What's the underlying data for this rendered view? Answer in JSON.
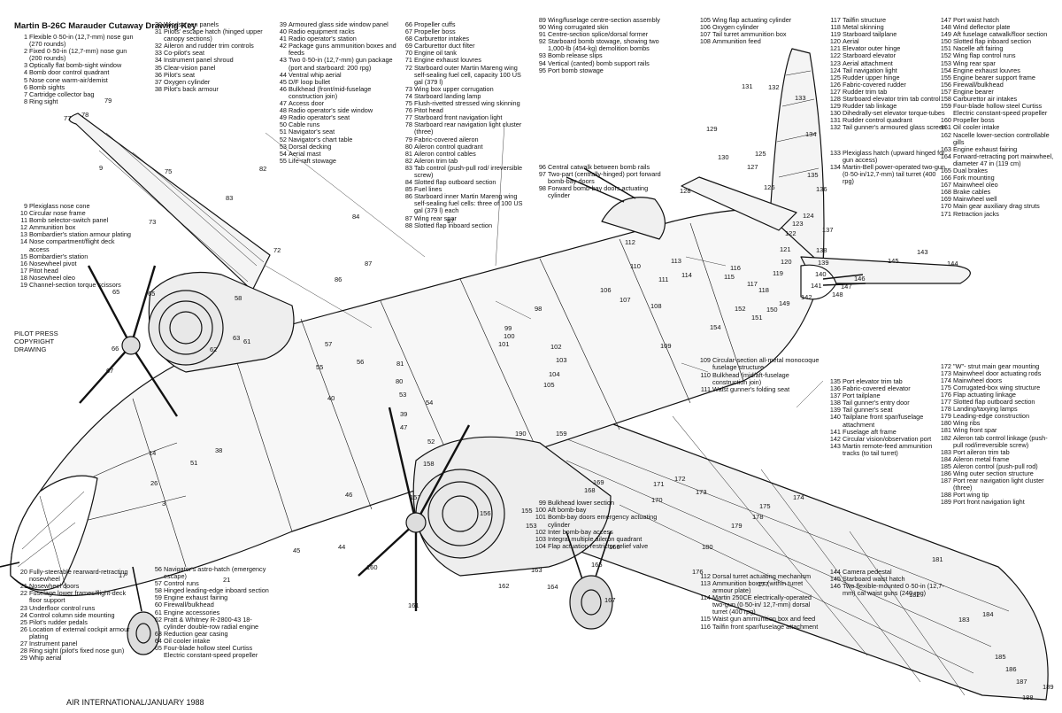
{
  "title": "Martin B-26C Marauder Cutaway Drawing Key",
  "copyright_stamp": "PILOT PRESS\nCOPYRIGHT\nDRAWING",
  "footer": "AIR INTERNATIONAL/JANUARY 1988",
  "art_callouts": [
    "78",
    "79",
    "77",
    "75",
    "82",
    "83",
    "9",
    "84",
    "73",
    "72",
    "87",
    "86",
    "65",
    "65",
    "62",
    "63",
    "61",
    "57",
    "55",
    "66",
    "56",
    "58",
    "67",
    "81",
    "80",
    "40",
    "52",
    "38",
    "47",
    "51",
    "26",
    "3",
    "14",
    "39",
    "53",
    "54",
    "46",
    "44",
    "45",
    "21",
    "17",
    "160",
    "161",
    "162",
    "163",
    "164",
    "165",
    "166",
    "167",
    "168",
    "169",
    "170",
    "171",
    "172",
    "173",
    "174",
    "175",
    "176",
    "177",
    "178",
    "179",
    "180",
    "181",
    "182",
    "183",
    "184",
    "185",
    "186",
    "187",
    "188",
    "189",
    "190",
    "153",
    "155",
    "156",
    "157",
    "158",
    "159",
    "97",
    "98",
    "99",
    "100",
    "101",
    "102",
    "103",
    "104",
    "105",
    "106",
    "107",
    "108",
    "109",
    "110",
    "111",
    "112",
    "113",
    "114",
    "115",
    "116",
    "117",
    "118",
    "119",
    "120",
    "121",
    "122",
    "123",
    "124",
    "125",
    "126",
    "127",
    "128",
    "129",
    "130",
    "131",
    "132",
    "133",
    "134",
    "135",
    "136",
    "137",
    "138",
    "139",
    "140",
    "141",
    "142",
    "143",
    "144",
    "145",
    "146",
    "147",
    "148",
    "149",
    "150",
    "151",
    "152",
    "154"
  ],
  "key_columns": [
    [
      {
        "n": "1",
        "t": "Flexible 0·50-in (12,7-mm) nose gun (270 rounds)"
      },
      {
        "n": "2",
        "t": "Fixed 0·50-in (12,7-mm) nose gun (200 rounds)"
      },
      {
        "n": "3",
        "t": "Optically flat bomb-sight window"
      },
      {
        "n": "4",
        "t": "Bomb door control quadrant"
      },
      {
        "n": "5",
        "t": "Nose cone warm-air/demist"
      },
      {
        "n": "6",
        "t": "Bomb sights"
      },
      {
        "n": "7",
        "t": "Cartridge collector bag"
      },
      {
        "n": "8",
        "t": "Ring sight"
      },
      {
        "gap": 110
      },
      {
        "n": "9",
        "t": "Plexiglass nose cone"
      },
      {
        "n": "10",
        "t": "Circular nose frame"
      },
      {
        "n": "11",
        "t": "Bomb selector-switch panel"
      },
      {
        "n": "12",
        "t": "Ammunition box"
      },
      {
        "n": "13",
        "t": "Bombardier's station armour plating"
      },
      {
        "n": "14",
        "t": "Nose compartment/flight deck access"
      },
      {
        "n": "15",
        "t": "Bombardier's station"
      },
      {
        "n": "16",
        "t": "Nosewheel pivot"
      },
      {
        "n": "17",
        "t": "Pitot head"
      },
      {
        "n": "18",
        "t": "Nosewheel oleo"
      },
      {
        "n": "19",
        "t": "Channel-section torque scissors"
      },
      {
        "gap": 316
      },
      {
        "n": "20",
        "t": "Fully-steerable rearward-retracting nosewheel"
      },
      {
        "n": "21",
        "t": "Nosewheel doors"
      },
      {
        "n": "22",
        "t": "Fuselage lower frames/flight-deck floor support"
      },
      {
        "n": "23",
        "t": "Underfloor control runs"
      },
      {
        "n": "24",
        "t": "Control column side mounting"
      },
      {
        "n": "25",
        "t": "Pilot's rudder pedals"
      },
      {
        "n": "26",
        "t": "Location of external cockpit armour plating"
      },
      {
        "n": "27",
        "t": "Instrument panel"
      },
      {
        "n": "28",
        "t": "Ring sight (pilot's fixed nose gun)"
      },
      {
        "n": "29",
        "t": "Whip aerial"
      }
    ],
    [
      {
        "n": "30",
        "t": "Windscreen panels"
      },
      {
        "n": "31",
        "t": "Pilots' escape hatch (hinged upper canopy sections)"
      },
      {
        "n": "32",
        "t": "Aileron and rudder trim controls"
      },
      {
        "n": "33",
        "t": "Co-pilot's seat"
      },
      {
        "n": "34",
        "t": "Instrument panel shroud"
      },
      {
        "n": "35",
        "t": "Clear-vision panel"
      },
      {
        "n": "36",
        "t": "Pilot's seat"
      },
      {
        "n": "37",
        "t": "Oxygen cylinder"
      },
      {
        "n": "38",
        "t": "Pilot's back armour"
      },
      {
        "gap": 534
      },
      {
        "n": "56",
        "t": "Navigator's astro-hatch (emergency escape)"
      },
      {
        "n": "57",
        "t": "Control runs"
      },
      {
        "n": "58",
        "t": "Hinged leading-edge inboard section"
      },
      {
        "n": "59",
        "t": "Engine exhaust fairing"
      },
      {
        "n": "60",
        "t": "Firewall/bulkhead"
      },
      {
        "n": "61",
        "t": "Engine accessories"
      },
      {
        "n": "62",
        "t": "Pratt & Whitney R-2800-43 18-cylinder double-row radial engine"
      },
      {
        "n": "63",
        "t": "Reduction gear casing"
      },
      {
        "n": "64",
        "t": "Oil cooler intake"
      },
      {
        "n": "65",
        "t": "Four-blade hollow steel Curtiss Electric constant-speed propeller"
      }
    ],
    [
      {
        "n": "39",
        "t": "Armoured glass side window panel"
      },
      {
        "n": "40",
        "t": "Radio equipment racks"
      },
      {
        "n": "41",
        "t": "Radio operator's station"
      },
      {
        "n": "42",
        "t": "Package guns ammunition boxes and feeds"
      },
      {
        "n": "43",
        "t": "Two 0·50-in (12,7-mm) gun package (port and starboard: 200 rpg)"
      },
      {
        "n": "44",
        "t": "Ventral whip aerial"
      },
      {
        "n": "45",
        "t": "D/F loop bullet"
      },
      {
        "n": "46",
        "t": "Bulkhead (front/mid-fuselage construction join)"
      },
      {
        "n": "47",
        "t": "Access door"
      },
      {
        "n": "48",
        "t": "Radio operator's side window"
      },
      {
        "n": "49",
        "t": "Radio operator's seat"
      },
      {
        "n": "50",
        "t": "Cable runs"
      },
      {
        "n": "51",
        "t": "Navigator's seat"
      },
      {
        "n": "52",
        "t": "Navigator's chart table"
      },
      {
        "n": "53",
        "t": "Dorsal decking"
      },
      {
        "n": "54",
        "t": "Aerial mast"
      },
      {
        "n": "55",
        "t": "Life-raft stowage"
      }
    ],
    [
      {
        "n": "66",
        "t": "Propeller cuffs"
      },
      {
        "n": "67",
        "t": "Propeller boss"
      },
      {
        "n": "68",
        "t": "Carburettor intakes"
      },
      {
        "n": "69",
        "t": "Carburettor duct filter"
      },
      {
        "n": "70",
        "t": "Engine oil tank"
      },
      {
        "n": "71",
        "t": "Engine exhaust louvres"
      },
      {
        "n": "72",
        "t": "Starboard outer Martin Mareng wing self-sealing fuel cell, capacity 100 US gal (379 l)"
      },
      {
        "n": "73",
        "t": "Wing box upper corrugation"
      },
      {
        "n": "74",
        "t": "Starboard landing lamp"
      },
      {
        "n": "75",
        "t": "Flush-rivetted stressed wing skinning"
      },
      {
        "n": "76",
        "t": "Pitot head"
      },
      {
        "n": "77",
        "t": "Starboard front navigation light"
      },
      {
        "n": "78",
        "t": "Starboard rear navigation light cluster (three)"
      },
      {
        "n": "79",
        "t": "Fabric-covered aileron"
      },
      {
        "n": "80",
        "t": "Aileron control quadrant"
      },
      {
        "n": "81",
        "t": "Aileron control cables"
      },
      {
        "n": "82",
        "t": "Aileron trim tab"
      },
      {
        "n": "83",
        "t": "Tab control (push-pull rod/ irreversible screw)"
      },
      {
        "n": "84",
        "t": "Slotted flap outboard section"
      },
      {
        "n": "85",
        "t": "Fuel lines"
      },
      {
        "n": "86",
        "t": "Starboard inner Martin Mareng wing self-sealing fuel cells: three of 100 US gal (379 l) each"
      },
      {
        "n": "87",
        "t": "Wing rear spar"
      },
      {
        "n": "88",
        "t": "Slotted flap inboard section"
      }
    ],
    [
      {
        "n": "89",
        "t": "Wing/fuselage centre-section assembly"
      },
      {
        "n": "90",
        "t": "Wing corrugated skin"
      },
      {
        "n": "91",
        "t": "Centre-section splice/dorsal former"
      },
      {
        "n": "92",
        "t": "Starboard bomb stowage, showing two 1,000-lb (454-kg) demolition bombs"
      },
      {
        "n": "93",
        "t": "Bomb release slips"
      },
      {
        "n": "94",
        "t": "Vertical (canted) bomb support rails"
      },
      {
        "n": "95",
        "t": "Port bomb stowage"
      },
      {
        "gap": 101
      },
      {
        "n": "96",
        "t": "Central catwalk between bomb rails"
      },
      {
        "n": "97",
        "t": "Two-part (centrally-hinged) port forward bomb-bay doors"
      },
      {
        "n": "98",
        "t": "Forward bomb-bay doors actuating cylinder"
      },
      {
        "gap": 339
      },
      {
        "n": "99",
        "t": "Bulkhead lower section"
      },
      {
        "n": "100",
        "t": "Aft bomb-bay"
      },
      {
        "n": "101",
        "t": "Bomb-bay doors emergency actuating cylinder"
      },
      {
        "n": "102",
        "t": "Inter bomb-bay access"
      },
      {
        "n": "103",
        "t": "Integral multiple aileron quadrant"
      },
      {
        "n": "104",
        "t": "Flap actuation restrictor relief valve"
      }
    ],
    [
      {
        "n": "105",
        "t": "Wing flap actuating cylinder"
      },
      {
        "n": "106",
        "t": "Oxygen cylinder"
      },
      {
        "n": "107",
        "t": "Tail turret ammunition box"
      },
      {
        "n": "108",
        "t": "Ammunition feed"
      },
      {
        "gap": 352
      },
      {
        "n": "109",
        "t": "Circular-section all-metal monocoque fuselage structure"
      },
      {
        "n": "110",
        "t": "Bulkhead (mid/aft-fuselage construction join)"
      },
      {
        "n": "111",
        "t": "Waist gunner's folding seat"
      },
      {
        "gap": 203
      },
      {
        "n": "112",
        "t": "Dorsal turret actuating mechanism"
      },
      {
        "n": "113",
        "t": "Ammunition boxes (within turret armour plate)"
      },
      {
        "n": "114",
        "t": "Martin 250CE electrically-operated two-gun (0·50-in/ 12,7-mm) dorsal turret (400 rpg)"
      },
      {
        "n": "115",
        "t": "Waist gun ammunition box and feed"
      },
      {
        "n": "116",
        "t": "Tailfin front spar/fuselage attachment"
      }
    ],
    [
      {
        "n": "117",
        "t": "Tailfin structure"
      },
      {
        "n": "118",
        "t": "Metal skinning"
      },
      {
        "n": "119",
        "t": "Starboard tailplane"
      },
      {
        "n": "120",
        "t": "Aerial"
      },
      {
        "n": "121",
        "t": "Elevator outer hinge"
      },
      {
        "n": "122",
        "t": "Starboard elevator"
      },
      {
        "n": "123",
        "t": "Aerial attachment"
      },
      {
        "n": "124",
        "t": "Tail navigation light"
      },
      {
        "n": "125",
        "t": "Rudder upper hinge"
      },
      {
        "n": "126",
        "t": "Fabric-covered rudder"
      },
      {
        "n": "127",
        "t": "Rudder trim tab"
      },
      {
        "n": "128",
        "t": "Starboard elevator trim tab control"
      },
      {
        "n": "129",
        "t": "Rudder tab linkage"
      },
      {
        "n": "130",
        "t": "Dihedrally-set elevator torque-tubes"
      },
      {
        "n": "131",
        "t": "Rudder control quadrant"
      },
      {
        "n": "132",
        "t": "Tail gunner's armoured glass screen"
      },
      {
        "gap": 20
      },
      {
        "n": "133",
        "t": "Plexiglass hatch (upward hinged for gun access)"
      },
      {
        "n": "134",
        "t": "Martin-Bell power-operated two-gun (0·50-in/12,7-mm) tail turret (400 rpg)"
      },
      {
        "gap": 218
      },
      {
        "n": "135",
        "t": "Port elevator trim tab"
      },
      {
        "n": "136",
        "t": "Fabric-covered elevator"
      },
      {
        "n": "137",
        "t": "Port tailplane"
      },
      {
        "n": "138",
        "t": "Tail gunner's entry door"
      },
      {
        "n": "139",
        "t": "Tail gunner's seat"
      },
      {
        "n": "140",
        "t": "Tailplane front spar/fuselage attachment"
      },
      {
        "n": "141",
        "t": "Fuselage aft frame"
      },
      {
        "n": "142",
        "t": "Circular vision/observation port"
      },
      {
        "n": "143",
        "t": "Martin remote-feed ammunition tracks (to tail turret)"
      },
      {
        "gap": 126
      },
      {
        "n": "144",
        "t": "Camera pedestal"
      },
      {
        "n": "145",
        "t": "Starboard waist hatch"
      },
      {
        "n": "146",
        "t": "Two flexible-mounted 0·50-in (12,7-mm) cal waist guns (240 rpg)"
      }
    ],
    [
      {
        "n": "147",
        "t": "Port waist hatch"
      },
      {
        "n": "148",
        "t": "Wind deflector plate"
      },
      {
        "n": "149",
        "t": "Aft fuselage catwalk/floor section"
      },
      {
        "n": "150",
        "t": "Slotted flap inboard section"
      },
      {
        "n": "151",
        "t": "Nacelle aft fairing"
      },
      {
        "n": "152",
        "t": "Wing flap control runs"
      },
      {
        "n": "153",
        "t": "Wing rear spar"
      },
      {
        "n": "154",
        "t": "Engine exhaust louvres"
      },
      {
        "n": "155",
        "t": "Engine bearer support frame"
      },
      {
        "n": "156",
        "t": "Firewall/bulkhead"
      },
      {
        "n": "157",
        "t": "Engine bearer"
      },
      {
        "n": "158",
        "t": "Carburettor air intakes"
      },
      {
        "n": "159",
        "t": "Four-blade hollow steel Curtiss Electric constant-speed propeller"
      },
      {
        "n": "160",
        "t": "Propeller boss"
      },
      {
        "n": "161",
        "t": "Oil cooler intake"
      },
      {
        "n": "162",
        "t": "Nacelle lower-section controllable gills"
      },
      {
        "n": "163",
        "t": "Engine exhaust fairing"
      },
      {
        "n": "164",
        "t": "Forward-retracting port mainwheel, diameter 47 in (119 cm)"
      },
      {
        "n": "165",
        "t": "Dual brakes"
      },
      {
        "n": "166",
        "t": "Fork mounting"
      },
      {
        "n": "167",
        "t": "Mainwheel oleo"
      },
      {
        "n": "168",
        "t": "Brake cables"
      },
      {
        "n": "169",
        "t": "Mainwheel well"
      },
      {
        "n": "170",
        "t": "Main gear auxiliary drag struts"
      },
      {
        "n": "171",
        "t": "Retraction jacks"
      },
      {
        "gap": 164
      },
      {
        "n": "172",
        "t": "\"W\"- strut main gear mounting"
      },
      {
        "n": "173",
        "t": "Mainwheel door actuating rods"
      },
      {
        "n": "174",
        "t": "Mainwheel doors"
      },
      {
        "n": "175",
        "t": "Corrugated-box wing structure"
      },
      {
        "n": "176",
        "t": "Flap actuating linkage"
      },
      {
        "n": "177",
        "t": "Slotted flap outboard section"
      },
      {
        "n": "178",
        "t": "Landing/taxying lamps"
      },
      {
        "n": "179",
        "t": "Leading-edge construction"
      },
      {
        "n": "180",
        "t": "Wing ribs"
      },
      {
        "n": "181",
        "t": "Wing front spar"
      },
      {
        "n": "182",
        "t": "Aileron tab control linkage (push-pull rod/irreversible screw)"
      },
      {
        "n": "183",
        "t": "Port aileron trim tab"
      },
      {
        "n": "184",
        "t": "Aileron metal frame"
      },
      {
        "n": "185",
        "t": "Aileron control (push-pull rod)"
      },
      {
        "n": "186",
        "t": "Wing outer section structure"
      },
      {
        "n": "187",
        "t": "Port rear navigation light cluster (three)"
      },
      {
        "n": "188",
        "t": "Port wing tip"
      },
      {
        "n": "189",
        "t": "Port front navigation light"
      }
    ]
  ]
}
